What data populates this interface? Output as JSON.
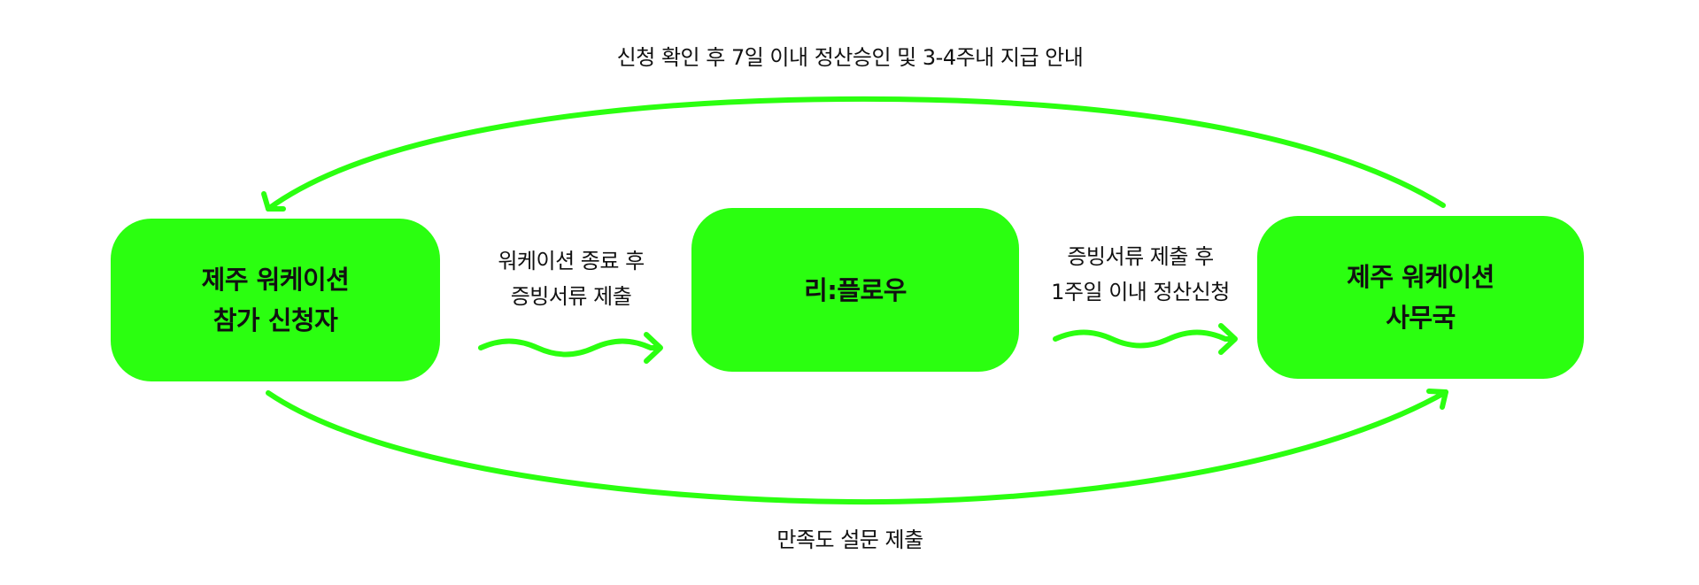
{
  "colors": {
    "accent": "#2bff10",
    "text": "#111111",
    "background": "#ffffff"
  },
  "nodes": {
    "participant": {
      "lines": [
        "제주 워케이션",
        "참가 신청자"
      ]
    },
    "reflow": {
      "lines": [
        "리:플로우"
      ]
    },
    "office": {
      "lines": [
        "제주 워케이션",
        "사무국"
      ]
    }
  },
  "flows": {
    "top": {
      "lines": [
        "신청 확인 후 7일 이내 정산승인 및 3-4주내 지급 안내"
      ]
    },
    "participant_to_reflow": {
      "lines": [
        "워케이션 종료 후",
        "증빙서류 제출"
      ]
    },
    "reflow_to_office": {
      "lines": [
        "증빙서류 제출 후",
        "1주일 이내 정산신청"
      ]
    },
    "bottom": {
      "lines": [
        "만족도 설문 제출"
      ]
    }
  }
}
